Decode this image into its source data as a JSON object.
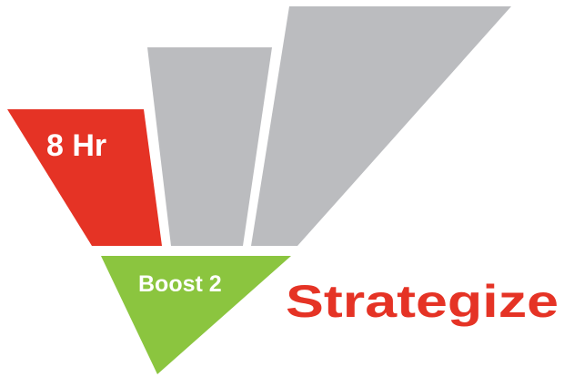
{
  "graphic": {
    "red_label": "8 Hr",
    "green_label": "Boost 2",
    "headline": "Strategize"
  },
  "colors": {
    "red": "#E53325",
    "green": "#8BC53F",
    "gray": "#BBBCBF",
    "white": "#FFFFFF",
    "headline": "#E53325"
  }
}
